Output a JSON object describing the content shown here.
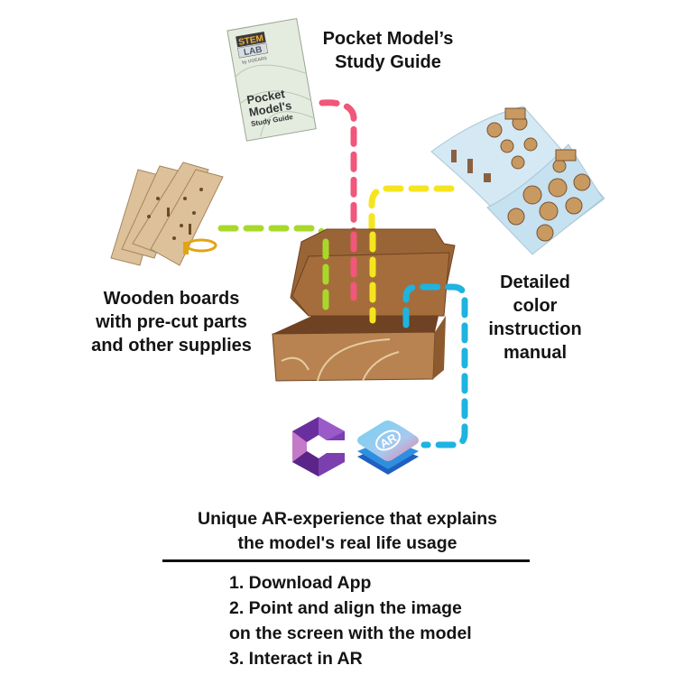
{
  "items": {
    "study_guide": {
      "label_lines": [
        "Pocket Model’s",
        "Study Guide"
      ],
      "cover": {
        "brand_top": "STEM",
        "brand_bottom": "LAB",
        "brand_sub": "by UGEARS",
        "title_lines": [
          "Pocket",
          "Model's",
          "Study Guide"
        ]
      },
      "connector_color": "#f0577a"
    },
    "wooden_boards": {
      "label_lines": [
        "Wooden boards",
        "with pre-cut parts",
        "and other supplies"
      ],
      "connector_color": "#a8d92a"
    },
    "instruction_manual": {
      "label_lines": [
        "Detailed",
        "color",
        "instruction",
        "manual"
      ],
      "connector_color": "#f5e51f"
    },
    "ar_apps": {
      "app_icons": [
        "arcore-app-icon",
        "arkit-app-icon"
      ],
      "ar_badge_text": "AR",
      "connector_color": "#1fb3e0"
    }
  },
  "ar_section": {
    "headline_lines": [
      "Unique AR-experience that explains",
      "the model's real life usage"
    ],
    "steps": [
      "1. Download App",
      "2. Point and align the image",
      "on the screen with the model",
      "3. Interact in AR"
    ]
  },
  "colors": {
    "box_kraft": "#a0693a",
    "box_dark": "#6e4222",
    "manual_blue": "#cfe6f2",
    "wood": "#dcc19b",
    "arcore_purple": "#7b3fb0"
  }
}
